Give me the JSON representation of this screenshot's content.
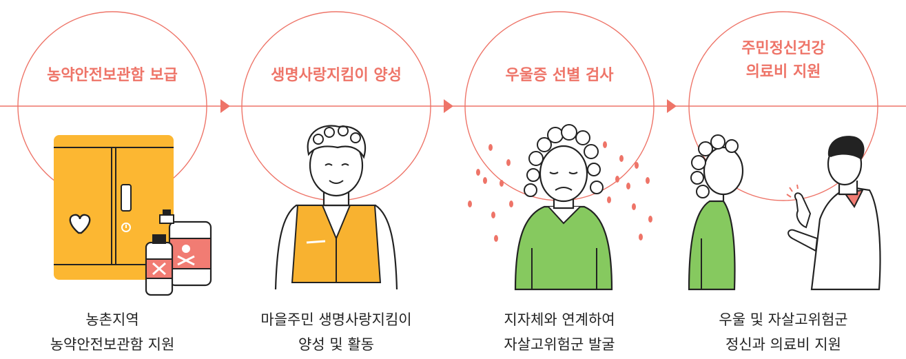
{
  "colors": {
    "accent": "#ee7468",
    "cabinet": "#fcb732",
    "vest": "#f8b230",
    "sweater": "#86c95f",
    "danger_label": "#f17c73",
    "outline": "#222222"
  },
  "steps": [
    {
      "title": "농약안전보관함 보급",
      "description": "농촌지역\n농약안전보관함 지원",
      "illustration": "pesticide-cabinet-with-poison-bottles"
    },
    {
      "title": "생명사랑지킴이 양성",
      "description": "마을주민 생명사랑지킴이\n양성 및 활동",
      "illustration": "elderly-man-in-orange-vest"
    },
    {
      "title": "우울증 선별 검사",
      "description": "지자체와 연계하여\n자살고위험군 발굴",
      "illustration": "sad-elderly-woman-with-tears"
    },
    {
      "title": "주민정신건강\n의료비 지원",
      "description": "우울 및 자살고위험군\n정신과 의료비 지원",
      "illustration": "doctor-consulting-patient"
    }
  ]
}
